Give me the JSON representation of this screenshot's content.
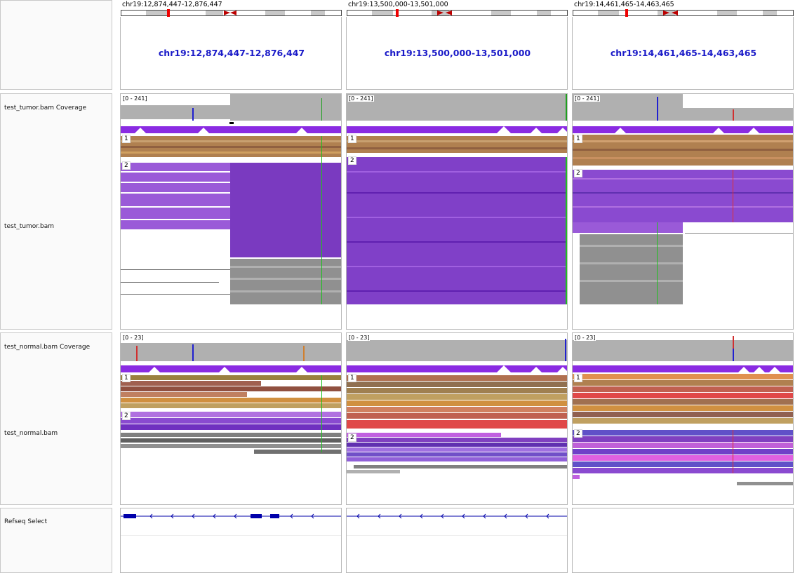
{
  "frames": [
    {
      "locus": "chr19:12,874,447-12,876,447",
      "big_locus": "chr19:12,874,447-12,876,447"
    },
    {
      "locus": "chr19:13,500,000-13,501,000",
      "big_locus": "chr19:13,500,000-13,501,000"
    },
    {
      "locus": "chr19:14,461,465-14,463,465",
      "big_locus": "chr19:14,461,465-14,463,465"
    }
  ],
  "tracks": {
    "tumor_coverage": "test_tumor.bam Coverage",
    "tumor_bam": "test_tumor.bam",
    "normal_coverage": "test_normal.bam Coverage",
    "normal_bam": "test_normal.bam",
    "refseq": "Refseq Select"
  },
  "tumor_range": "[0 - 241]",
  "normal_range": "[0 - 23]",
  "group_1": "1",
  "group_2": "2",
  "colors": {
    "locus_blue": "#1a1ac8",
    "coverage": "#b0b0b0",
    "purple": "#8a2be2",
    "gene": "#0000aa"
  }
}
